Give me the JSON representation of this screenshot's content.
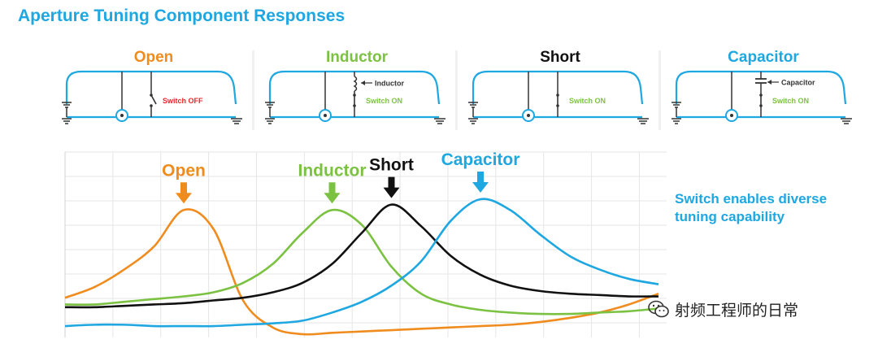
{
  "title": "Aperture Tuning Component Responses",
  "panels": [
    {
      "title": "Open",
      "color": "#f08c1e",
      "component_label": "",
      "switch_label": "Switch OFF",
      "switch_color": "#e8262c"
    },
    {
      "title": "Inductor",
      "color": "#7cc242",
      "component_label": "Inductor",
      "switch_label": "Switch ON",
      "switch_color": "#7cc242"
    },
    {
      "title": "Short",
      "color": "#111111",
      "component_label": "",
      "switch_label": "Switch ON",
      "switch_color": "#7cc242"
    },
    {
      "title": "Capacitor",
      "color": "#1ea7e1",
      "component_label": "Capacitor",
      "switch_label": "Switch ON",
      "switch_color": "#7cc242"
    }
  ],
  "side_text": {
    "line1": "Switch enables diverse",
    "line2": "tuning capability"
  },
  "watermark": "射频工程师的日常",
  "chart_data": {
    "type": "line",
    "grid": true,
    "x": [
      0,
      5,
      10,
      15,
      20,
      25,
      30,
      35,
      40,
      45,
      50,
      55,
      60,
      65,
      70,
      75,
      80,
      85,
      90,
      95,
      100
    ],
    "series": [
      {
        "name": "Open",
        "color": "#f08c1e",
        "values": [
          0.27,
          0.35,
          0.48,
          0.65,
          0.92,
          0.78,
          0.25,
          0.05,
          0.0,
          0.01,
          0.02,
          0.03,
          0.04,
          0.05,
          0.06,
          0.07,
          0.09,
          0.12,
          0.16,
          0.22,
          0.3
        ]
      },
      {
        "name": "Inductor",
        "color": "#7cc242",
        "values": [
          0.22,
          0.22,
          0.24,
          0.26,
          0.28,
          0.31,
          0.38,
          0.52,
          0.75,
          0.92,
          0.81,
          0.5,
          0.3,
          0.22,
          0.18,
          0.16,
          0.15,
          0.15,
          0.16,
          0.17,
          0.19
        ]
      },
      {
        "name": "Short",
        "color": "#111111",
        "values": [
          0.2,
          0.2,
          0.21,
          0.22,
          0.23,
          0.25,
          0.27,
          0.31,
          0.38,
          0.52,
          0.75,
          0.96,
          0.8,
          0.58,
          0.44,
          0.36,
          0.32,
          0.3,
          0.29,
          0.28,
          0.28
        ]
      },
      {
        "name": "Capacitor",
        "color": "#1ea7e1",
        "values": [
          0.06,
          0.07,
          0.07,
          0.06,
          0.06,
          0.06,
          0.07,
          0.08,
          0.1,
          0.16,
          0.24,
          0.36,
          0.54,
          0.84,
          1.0,
          0.92,
          0.74,
          0.58,
          0.48,
          0.41,
          0.37
        ]
      }
    ],
    "peak_labels": [
      {
        "name": "Open",
        "x": 20,
        "color": "#f08c1e"
      },
      {
        "name": "Inductor",
        "x": 45,
        "color": "#7cc242"
      },
      {
        "name": "Short",
        "x": 55,
        "color": "#111111"
      },
      {
        "name": "Capacitor",
        "x": 70,
        "color": "#1ea7e1"
      }
    ]
  }
}
